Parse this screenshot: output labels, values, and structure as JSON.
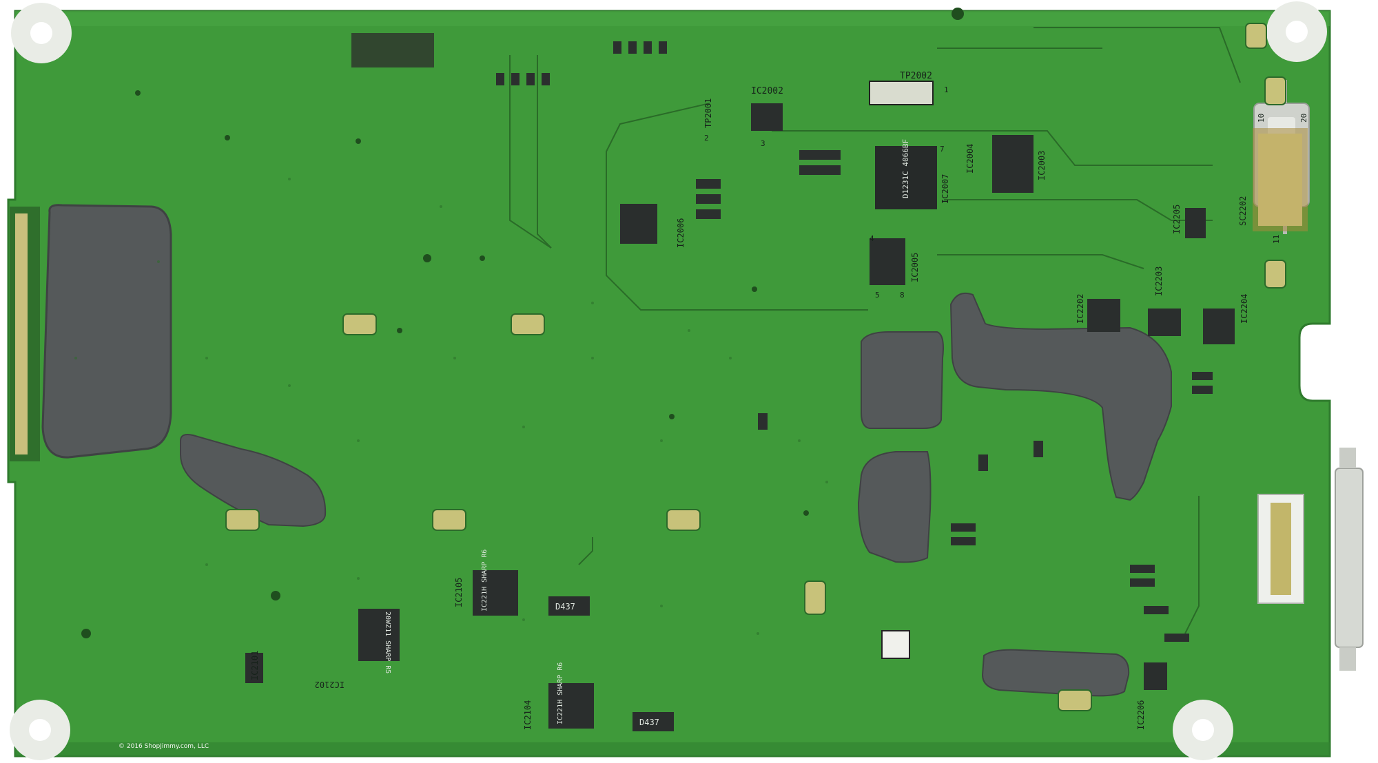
{
  "image": {
    "background": "#ffffff",
    "board_color": "#3f9a3a",
    "board_shadow": "#2f7d2d",
    "glue_color": "#55595a",
    "pad_color": "#c8c27a",
    "copyright": "© 2016 ShopJimmy.com, LLC"
  },
  "labels": {
    "tp2001": "TP2001",
    "tp2002": "TP2002",
    "ic2002": "IC2002",
    "ic2003": "IC2003",
    "ic2004": "IC2004",
    "ic2005": "IC2005",
    "ic2006": "IC2006",
    "ic2007": "IC2007",
    "ic2101": "IC2101",
    "ic2102": "IC2102",
    "ic2104": "IC2104",
    "ic2105": "IC2105",
    "ic2202": "IC2202",
    "ic2203": "IC2203",
    "ic2204": "IC2204",
    "ic2205": "IC2205",
    "ic2206": "IC2206",
    "sc2202": "SC2202",
    "pin_1": "1",
    "pin_2": "2",
    "pin_3": "3",
    "pin_4": "4",
    "pin_5": "5",
    "pin_7": "7",
    "pin_8": "8",
    "pin_10": "10",
    "pin_11": "11",
    "pin_20": "20"
  },
  "chip_markings": {
    "ic2007": "D1231C 4066BF",
    "ic2105": "IC221H SHARP R6",
    "ic2104": "IC221H SHARP R6",
    "ic2102": "20WZ11 SHARP R5",
    "diode_1": "D437",
    "diode_2": "D437"
  }
}
